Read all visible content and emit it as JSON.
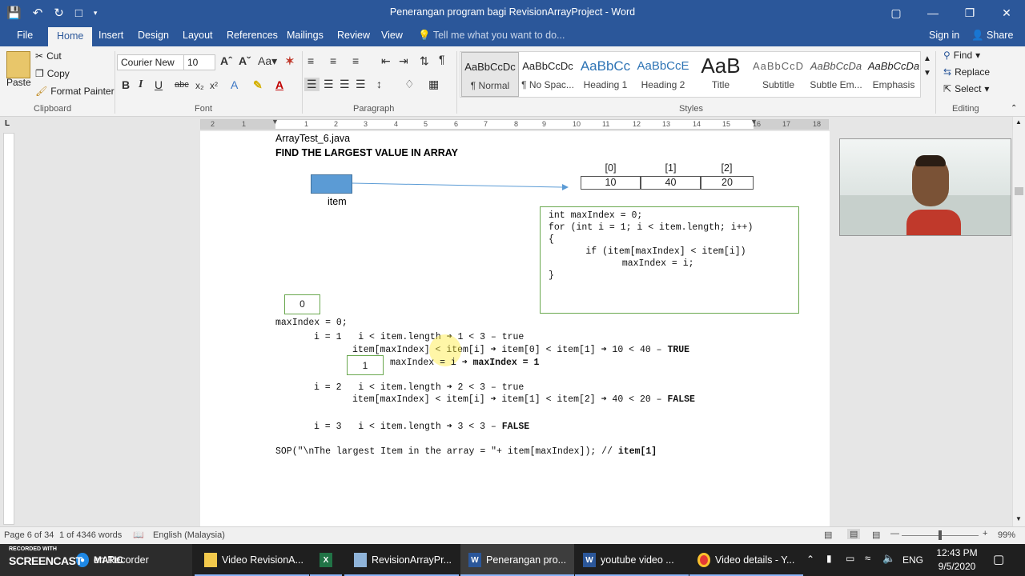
{
  "window": {
    "title": "Penerangan program bagi RevisionArrayProject - Word"
  },
  "tabs": [
    "File",
    "Home",
    "Insert",
    "Design",
    "Layout",
    "References",
    "Mailings",
    "Review",
    "View"
  ],
  "tell_me": "Tell me what you want to do...",
  "account": {
    "signin": "Sign in",
    "share": "Share"
  },
  "clipboard": {
    "paste": "Paste",
    "cut": "Cut",
    "copy": "Copy",
    "format_painter": "Format Painter",
    "label": "Clipboard"
  },
  "font": {
    "name": "Courier New",
    "size": "10",
    "label": "Font"
  },
  "paragraph": {
    "label": "Paragraph"
  },
  "styles": {
    "label": "Styles",
    "items": [
      {
        "preview": "AaBbCcDc",
        "name": "¶ Normal"
      },
      {
        "preview": "AaBbCcDc",
        "name": "¶ No Spac..."
      },
      {
        "preview": "AaBbCc",
        "name": "Heading 1"
      },
      {
        "preview": "AaBbCcE",
        "name": "Heading 2"
      },
      {
        "preview": "AaB",
        "name": "Title"
      },
      {
        "preview": "AaBbCcD",
        "name": "Subtitle"
      },
      {
        "preview": "AaBbCcDa",
        "name": "Subtle Em..."
      },
      {
        "preview": "AaBbCcDa",
        "name": "Emphasis"
      }
    ]
  },
  "editing": {
    "find": "Find",
    "replace": "Replace",
    "select": "Select",
    "label": "Editing"
  },
  "ruler_marks": [
    "2",
    "1",
    "1",
    "2",
    "3",
    "4",
    "5",
    "6",
    "7",
    "8",
    "9",
    "10",
    "11",
    "12",
    "13",
    "14",
    "15",
    "16",
    "17",
    "18"
  ],
  "document": {
    "filename": "ArrayTest_6.java",
    "heading": "FIND THE LARGEST VALUE IN ARRAY",
    "item_label": "item",
    "array_indices": [
      "[0]",
      "[1]",
      "[2]"
    ],
    "array_values": [
      "10",
      "40",
      "20"
    ],
    "code_box": [
      "int maxIndex = 0;",
      "for (int i = 1; i < item.length; i++)",
      "{",
      "      if (item[maxIndex] < item[i])",
      "            maxIndex = i;",
      "}"
    ],
    "box_zero": "0",
    "box_one": "1",
    "trace": {
      "l1": "maxIndex = 0;",
      "l2a": "i = 1   i < item.length ",
      "l2b": " 1 < 3 – true",
      "l3a": "item[maxIndex] < item[i] ",
      "l3b": " item[0] < item[1] ",
      "l3c": " 10 < 40 – ",
      "l3d": "TRUE",
      "l4a": "maxIndex = i ",
      "l4b": "maxIndex = 1",
      "l5a": "i = 2   i < item.length ",
      "l5b": " 2 < 3 – true",
      "l6a": "item[maxIndex] < item[i] ",
      "l6b": " item[1] < item[2] ",
      "l6c": " 40 < 20 – ",
      "l6d": "FALSE",
      "l7a": "i = 3   i < item.length ",
      "l7b": " 3 < 3 – ",
      "l7c": "FALSE",
      "l8a": "SOP(\"\\nThe largest Item in the array = \"+ item[maxIndex]); // ",
      "l8b": "item[1]"
    }
  },
  "status": {
    "page": "Page 6 of 34",
    "words": "1 of 4346 words",
    "language": "English (Malaysia)",
    "zoom": "99%"
  },
  "taskbar": {
    "recorder": "en Recorder",
    "items": [
      "Video RevisionA...",
      "",
      "RevisionArrayPr...",
      "Penerangan pro...",
      "youtube video ...",
      "Video details - Y..."
    ],
    "lang": "ENG",
    "time": "12:43 PM",
    "date": "9/5/2020",
    "watermark_top": "RECORDED WITH",
    "watermark": "SCREENCAST",
    "watermark2": "MATIC"
  }
}
